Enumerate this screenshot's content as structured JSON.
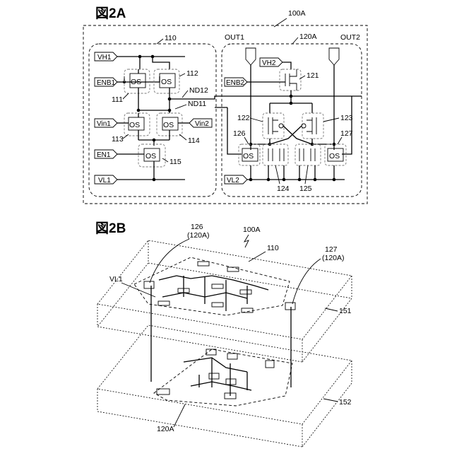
{
  "fig2a": {
    "title": "図2A",
    "device_ref": "100A",
    "block_110": "110",
    "block_120A": "120A",
    "pins": {
      "vh1": "VH1",
      "enb1": "ENB1",
      "vin1": "Vin1",
      "vin2": "Vin2",
      "en1": "EN1",
      "vl1": "VL1",
      "out1": "OUT1",
      "out2": "OUT2",
      "vh2": "VH2",
      "enb2": "ENB2",
      "vl2": "VL2"
    },
    "nodes": {
      "nd12": "ND12",
      "nd11": "ND11"
    },
    "refs": {
      "r111": "111",
      "r112": "112",
      "r113": "113",
      "r114": "114",
      "r115": "115",
      "r121": "121",
      "r122": "122",
      "r123": "123",
      "r124": "124",
      "r125": "125",
      "r126": "126",
      "r127": "127"
    },
    "os_label": "OS"
  },
  "fig2b": {
    "title": "図2B",
    "device_ref": "100A",
    "callout_126": "126",
    "callout_126_sub": "(120A)",
    "callout_127": "127",
    "callout_127_sub": "(120A)",
    "callout_110": "110",
    "callout_vl1": "VL1",
    "layer_151": "151",
    "layer_152": "152",
    "callout_120A": "120A"
  }
}
